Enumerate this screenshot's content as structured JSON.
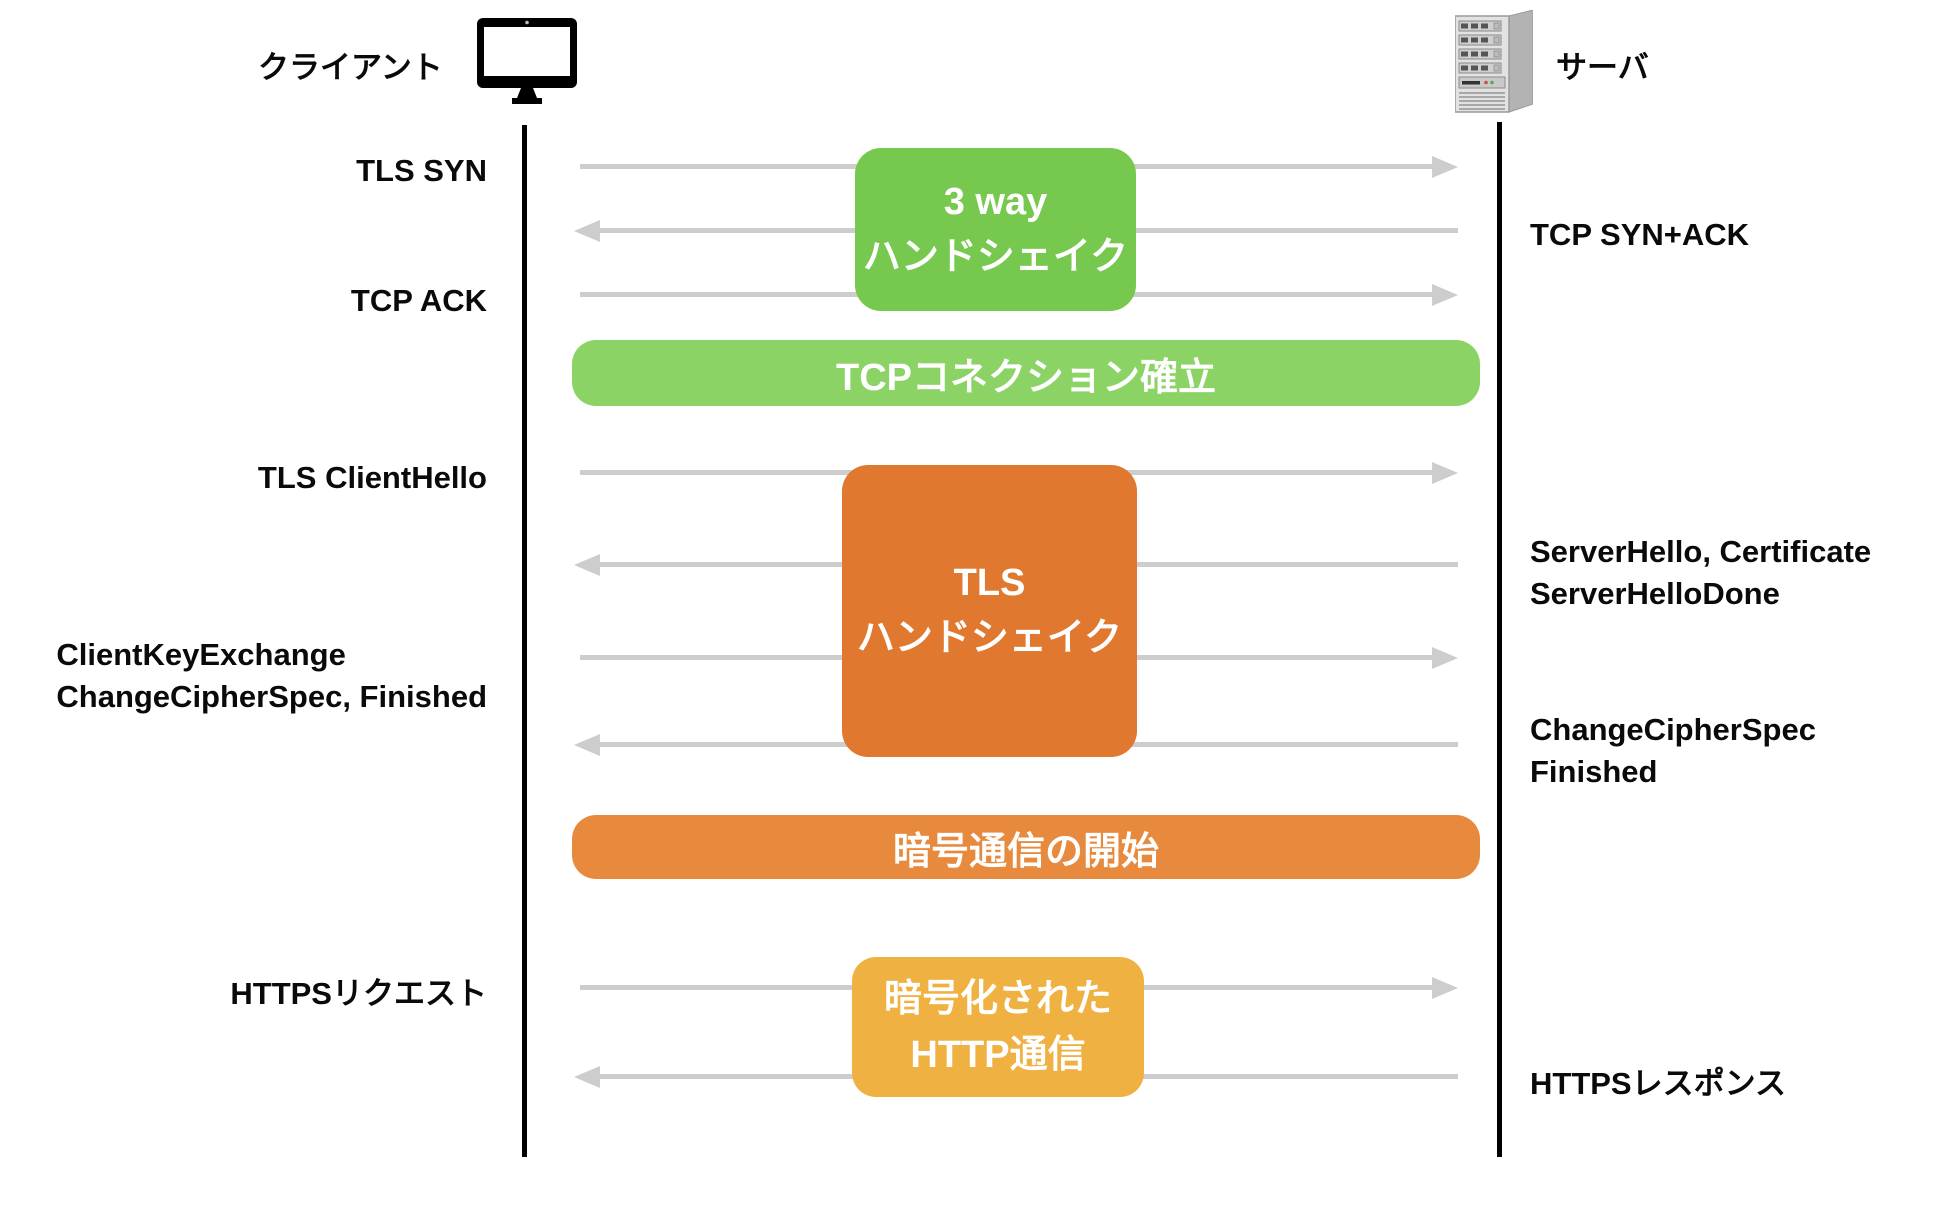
{
  "participants": {
    "client": {
      "label": "クライアント",
      "icon": "monitor-icon"
    },
    "server": {
      "label": "サーバ",
      "icon": "server-tower-icon"
    }
  },
  "left_labels": {
    "tls_syn": "TLS SYN",
    "tcp_ack": "TCP ACK",
    "tls_client_hello": "TLS ClientHello",
    "client_key_exchange_line1": "ClientKeyExchange",
    "client_key_exchange_line2": "ChangeCipherSpec, Finished",
    "https_request": "HTTPSリクエスト"
  },
  "right_labels": {
    "tcp_syn_ack": "TCP SYN+ACK",
    "server_hello_line1": "ServerHello, Certificate",
    "server_hello_line2": "ServerHelloDone",
    "change_cipher_spec_line1": "ChangeCipherSpec",
    "change_cipher_spec_line2": "Finished",
    "https_response": "HTTPSレスポンス"
  },
  "phase_boxes": {
    "three_way_handshake": {
      "line1": "3 way",
      "line2": "ハンドシェイク",
      "color": "#76C84E"
    },
    "tls_handshake": {
      "line1": "TLS",
      "line2": "ハンドシェイク",
      "color": "#E0792F"
    },
    "encrypted_http": {
      "line1": "暗号化された",
      "line2": "HTTP通信",
      "color": "#F0B143"
    }
  },
  "banners": {
    "tcp_connection": {
      "text": "TCPコネクション確立",
      "color": "#8CD365"
    },
    "cipher_start": {
      "text": "暗号通信の開始",
      "color": "#E88A3E"
    }
  },
  "arrows": [
    {
      "direction": "client-to-server"
    },
    {
      "direction": "server-to-client"
    },
    {
      "direction": "client-to-server"
    },
    {
      "direction": "client-to-server"
    },
    {
      "direction": "server-to-client"
    },
    {
      "direction": "client-to-server"
    },
    {
      "direction": "server-to-client"
    },
    {
      "direction": "client-to-server"
    },
    {
      "direction": "server-to-client"
    }
  ],
  "colors": {
    "arrow_gray": "#CDCDCD",
    "lifeline_black": "#000000",
    "label_text": "#0A0A0A",
    "box_text_white": "#FFFFFF"
  }
}
